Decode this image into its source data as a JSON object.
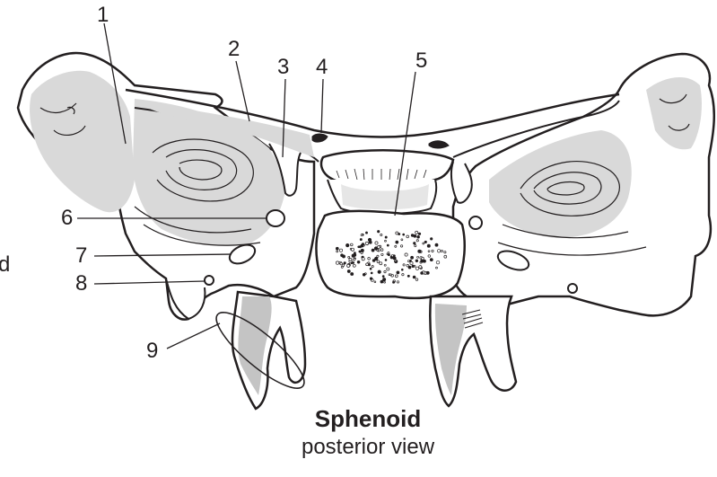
{
  "caption": {
    "title": "Sphenoid",
    "subtitle": "posterior view"
  },
  "edge_text": "d",
  "labels": [
    "1",
    "2",
    "3",
    "4",
    "5",
    "6",
    "7",
    "8",
    "9"
  ],
  "colors": {
    "line": "#231f20",
    "shade": "#d9d9d9",
    "shade_dark": "#c4c4c4",
    "bone": "#ffffff"
  }
}
